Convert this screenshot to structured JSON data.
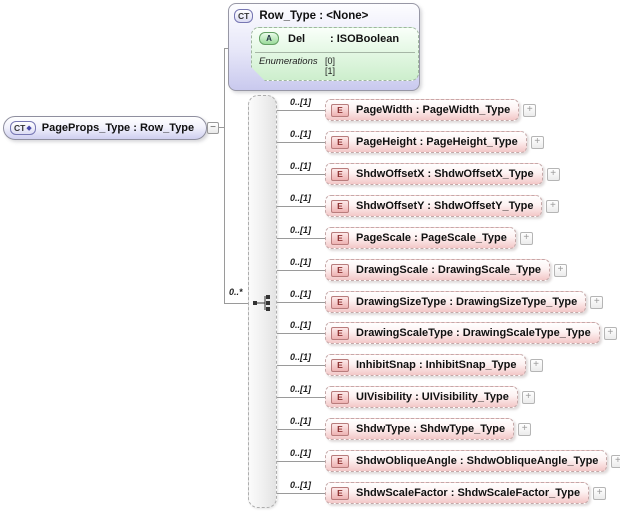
{
  "diagram": {
    "root": {
      "icon": "CT",
      "icon_badge": "◆",
      "label": "PageProps_Type : Row_Type",
      "collapse_glyph": "−"
    },
    "base": {
      "icon": "CT",
      "title": "Row_Type : <None>",
      "attribute": {
        "icon": "A",
        "name": "Del",
        "type": ": ISOBoolean",
        "enumerations_label": "Enumerations",
        "enumeration_values": [
          "[0]",
          "[1]"
        ]
      }
    },
    "sequence": {
      "cardinality": "0..*"
    },
    "element_icon": "E",
    "expand_glyph": "+",
    "elements": [
      {
        "cardinality": "0..[1]",
        "label": "PageWidth : PageWidth_Type"
      },
      {
        "cardinality": "0..[1]",
        "label": "PageHeight : PageHeight_Type"
      },
      {
        "cardinality": "0..[1]",
        "label": "ShdwOffsetX : ShdwOffsetX_Type"
      },
      {
        "cardinality": "0..[1]",
        "label": "ShdwOffsetY : ShdwOffsetY_Type"
      },
      {
        "cardinality": "0..[1]",
        "label": "PageScale : PageScale_Type"
      },
      {
        "cardinality": "0..[1]",
        "label": "DrawingScale : DrawingScale_Type"
      },
      {
        "cardinality": "0..[1]",
        "label": "DrawingSizeType : DrawingSizeType_Type"
      },
      {
        "cardinality": "0..[1]",
        "label": "DrawingScaleType : DrawingScaleType_Type"
      },
      {
        "cardinality": "0..[1]",
        "label": "InhibitSnap : InhibitSnap_Type"
      },
      {
        "cardinality": "0..[1]",
        "label": "UIVisibility : UIVisibility_Type"
      },
      {
        "cardinality": "0..[1]",
        "label": "ShdwType : ShdwType_Type"
      },
      {
        "cardinality": "0..[1]",
        "label": "ShdwObliqueAngle : ShdwObliqueAngle_Type"
      },
      {
        "cardinality": "0..[1]",
        "label": "ShdwScaleFactor : ShdwScaleFactor_Type"
      }
    ],
    "colors": {
      "complextype_fill": "#cfcff0",
      "attribute_fill": "#cdeecd",
      "element_fill": "#f3c7c7",
      "connector": "#9a9a9a"
    }
  }
}
